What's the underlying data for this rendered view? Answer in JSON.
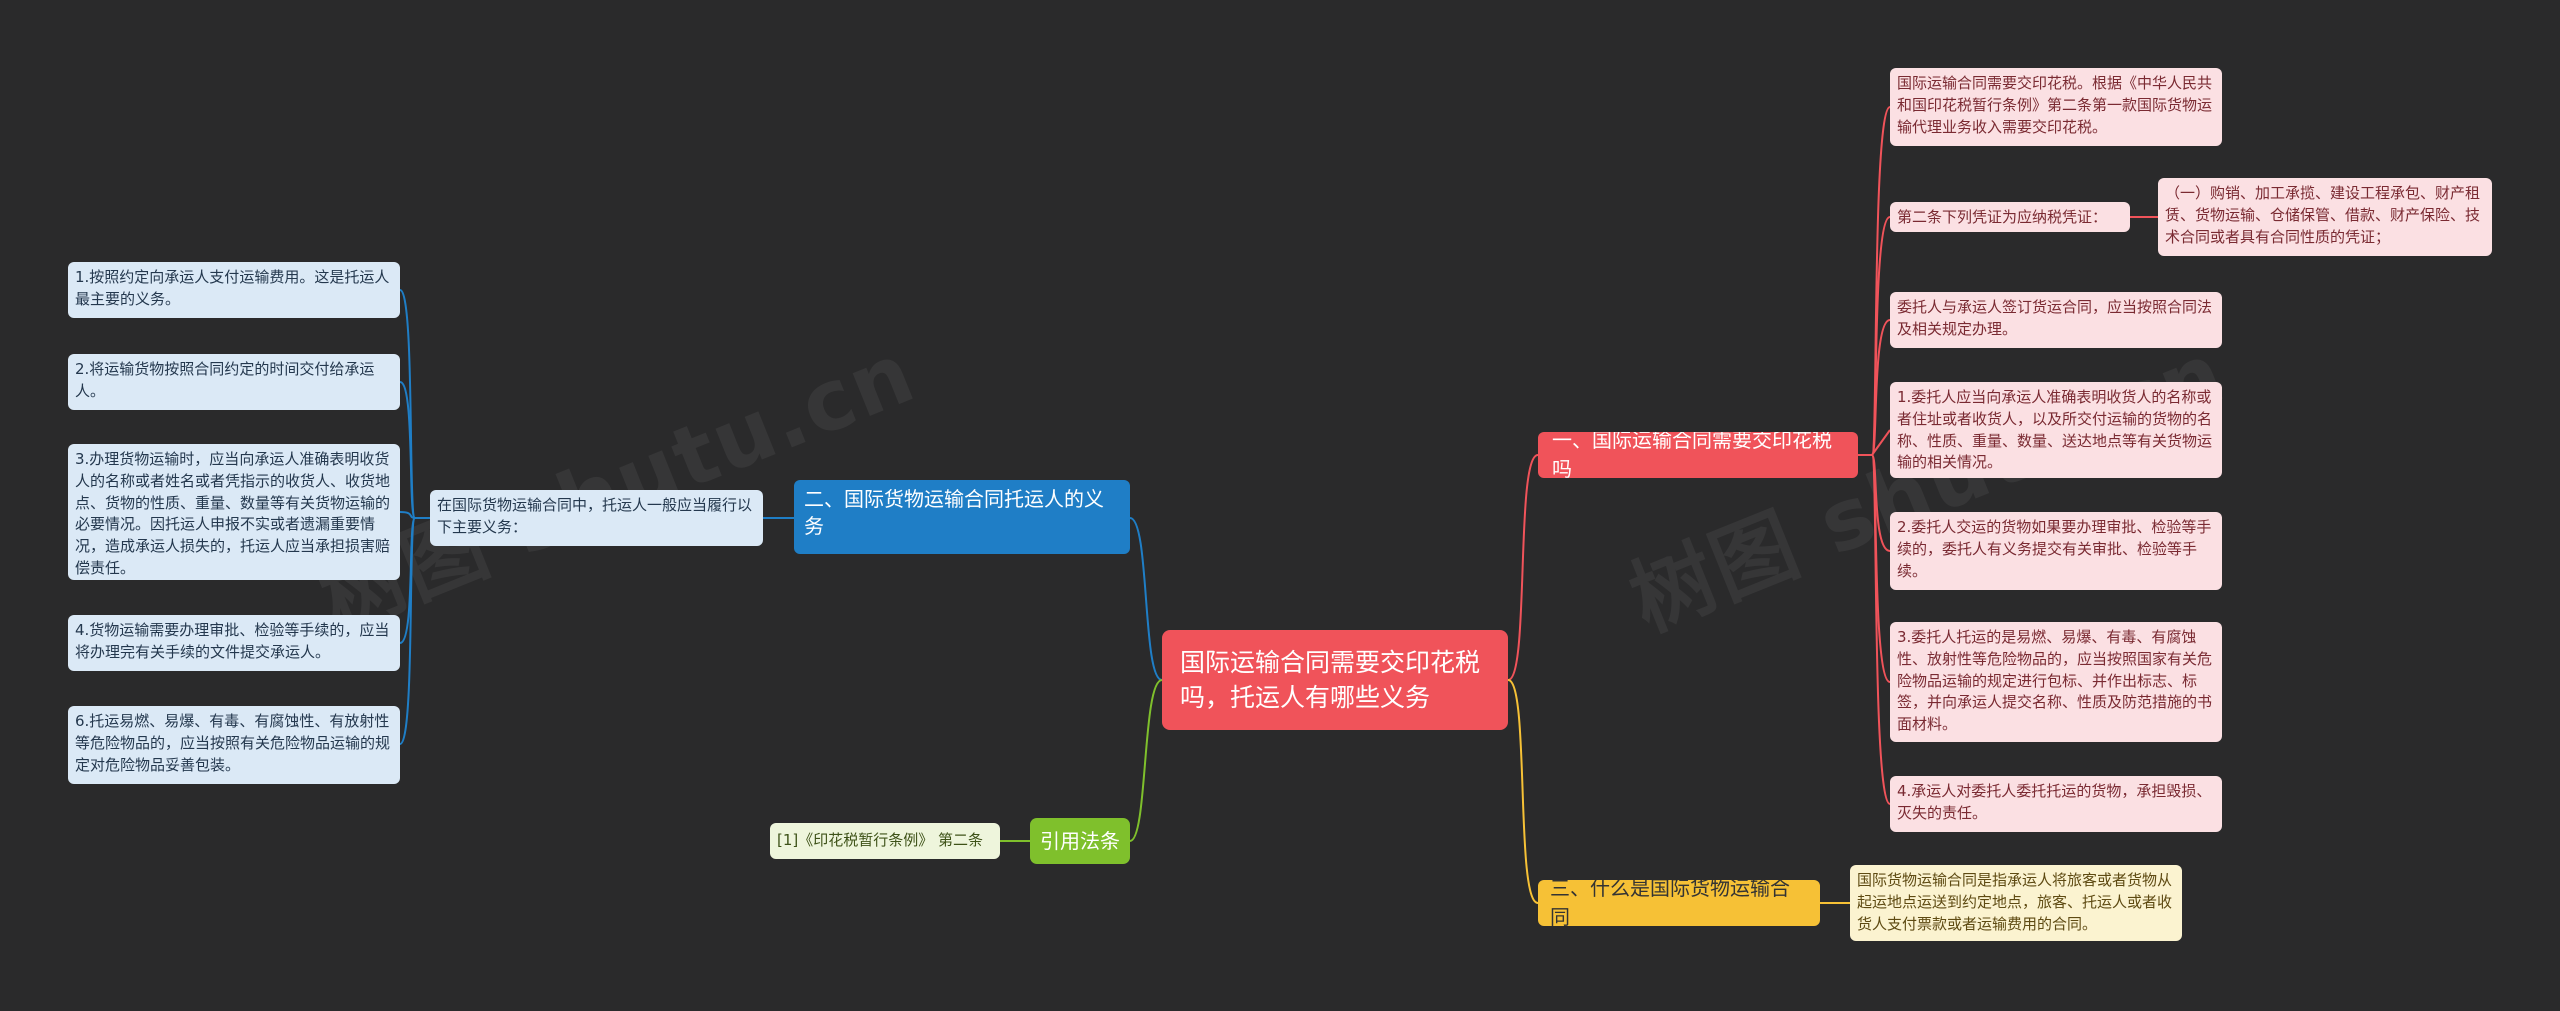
{
  "root": {
    "label": "国际运输合同需要交印花税吗，托运人有哪些义务"
  },
  "branches": {
    "stamp_tax": {
      "label": "一、国际运输合同需要交印花税吗",
      "color": "#f0535a",
      "items": [
        "国际运输合同需要交印花税。根据《中华人民共和国印花税暂行条例》第二条第一款国际货物运输代理业务收入需要交印花税。",
        "第二条下列凭证为应纳税凭证：",
        "委托人与承运人签订货运合同，应当按照合同法及相关规定办理。",
        "1.委托人应当向承运人准确表明收货人的名称或者住址或者收货人，以及所交付运输的货物的名称、性质、重量、数量、送达地点等有关货物运输的相关情况。",
        "2.委托人交运的货物如果要办理审批、检验等手续的，委托人有义务提交有关审批、检验等手续。",
        "3.委托人托运的是易燃、易爆、有毒、有腐蚀性、放射性等危险物品的，应当按照国家有关危险物品运输的规定进行包标、并作出标志、标签，并向承运人提交名称、性质及防范措施的书面材料。",
        "4.承运人对委托人委托托运的货物，承担毁损、灭失的责任。"
      ],
      "sub_item": "（一）购销、加工承揽、建设工程承包、财产租赁、货物运输、仓储保管、借款、财产保险、技术合同或者具有合同性质的凭证；"
    },
    "shipper_duties": {
      "label": "二、国际货物运输合同托运人的义务",
      "color": "#1f7ec6",
      "intro": "在国际货物运输合同中，托运人一般应当履行以下主要义务：",
      "items": [
        "1.按照约定向承运人支付运输费用。这是托运人最主要的义务。",
        "2.将运输货物按照合同约定的时间交付给承运人。",
        "3.办理货物运输时，应当向承运人准确表明收货人的名称或者姓名或者凭指示的收货人、收货地点、货物的性质、重量、数量等有关货物运输的必要情况。因托运人申报不实或者遗漏重要情况，造成承运人损失的，托运人应当承担损害赔偿责任。",
        "4.货物运输需要办理审批、检验等手续的，应当将办理完有关手续的文件提交承运人。",
        "6.托运易燃、易爆、有毒、有腐蚀性、有放射性等危险物品的，应当按照有关危险物品运输的规定对危险物品妥善包装。"
      ]
    },
    "law": {
      "label": "引用法条",
      "color": "#7fc02c",
      "items": [
        "[1]《印花税暂行条例》 第二条"
      ]
    },
    "definition": {
      "label": "三、什么是国际货物运输合同",
      "color": "#f6c136",
      "items": [
        "国际货物运输合同是指承运人将旅客或者货物从起运地点运送到约定地点，旅客、托运人或者收货人支付票款或者运输费用的合同。"
      ]
    }
  }
}
